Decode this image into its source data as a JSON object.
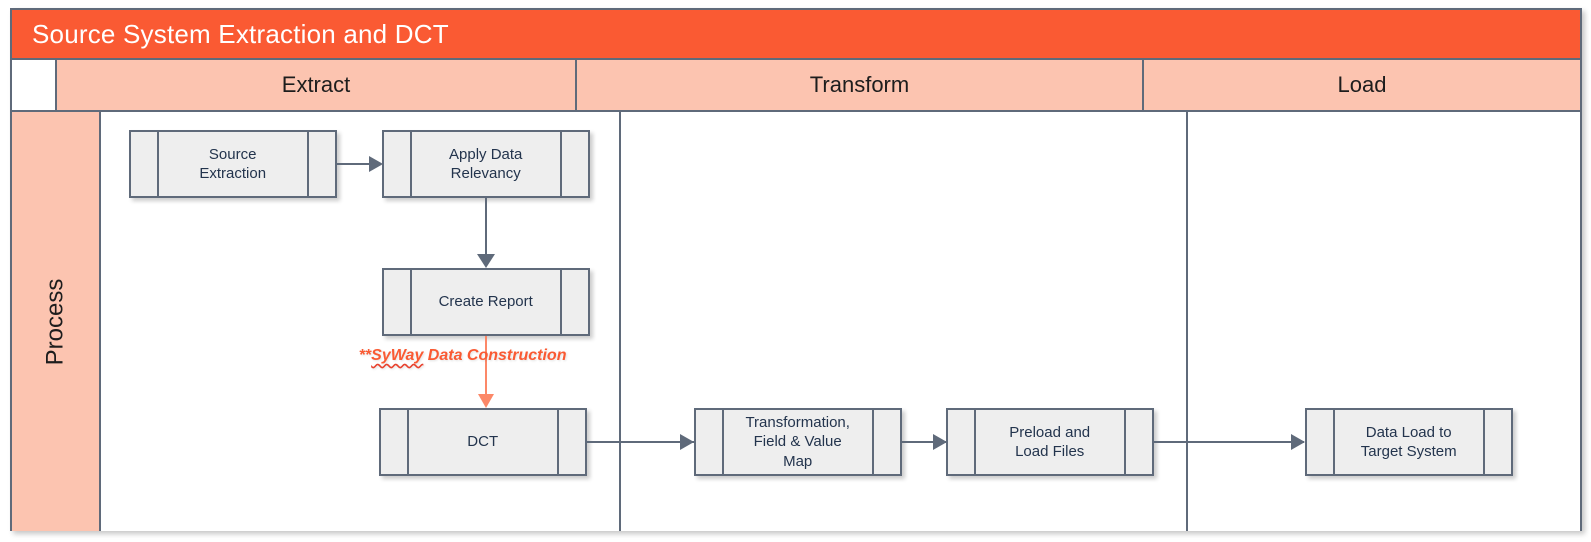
{
  "diagram": {
    "title": "Source System Extraction and DCT",
    "lane_label": "Process",
    "colors": {
      "title_bar": "#fa5a33",
      "phase_header": "#fcc4b0",
      "lane_label": "#fcc4b0",
      "box_fill": "#eeeeee",
      "box_border": "#5f6a7a",
      "box_text": "#23344d",
      "connector": "#5f6a7a",
      "annotation": "#fa5a33",
      "spellcheck_squiggle": "#e8412d"
    },
    "phases": [
      {
        "label": "Extract"
      },
      {
        "label": "Transform"
      },
      {
        "label": "Load"
      }
    ],
    "nodes": [
      {
        "id": "source-extraction",
        "label": "Source\nExtraction",
        "phase": "Extract"
      },
      {
        "id": "apply-data-relevancy",
        "label": "Apply Data\nRelevancy",
        "phase": "Extract"
      },
      {
        "id": "create-report",
        "label": "Create Report",
        "phase": "Extract"
      },
      {
        "id": "dct",
        "label": "DCT",
        "phase": "Extract"
      },
      {
        "id": "transformation-map",
        "label": "Transformation,\nField & Value\nMap",
        "phase": "Transform"
      },
      {
        "id": "preload-load-files",
        "label": "Preload and\nLoad Files",
        "phase": "Transform"
      },
      {
        "id": "data-load-target",
        "label": "Data Load to\nTarget System",
        "phase": "Load"
      }
    ],
    "annotations": [
      {
        "id": "syway-note",
        "prefix": "**",
        "misspelled_word": "SyWay",
        "rest": " Data Construction",
        "full_text": "**SyWay Data Construction"
      }
    ],
    "edges": [
      {
        "from": "source-extraction",
        "to": "apply-data-relevancy",
        "direction": "right",
        "color": "#5f6a7a"
      },
      {
        "from": "apply-data-relevancy",
        "to": "create-report",
        "direction": "down",
        "color": "#5f6a7a"
      },
      {
        "from": "create-report",
        "to": "dct",
        "direction": "down",
        "color": "#fc8868",
        "label": "**SyWay Data Construction"
      },
      {
        "from": "dct",
        "to": "transformation-map",
        "direction": "right",
        "color": "#5f6a7a"
      },
      {
        "from": "transformation-map",
        "to": "preload-load-files",
        "direction": "right",
        "color": "#5f6a7a"
      },
      {
        "from": "preload-load-files",
        "to": "data-load-target",
        "direction": "right",
        "color": "#5f6a7a"
      }
    ]
  }
}
